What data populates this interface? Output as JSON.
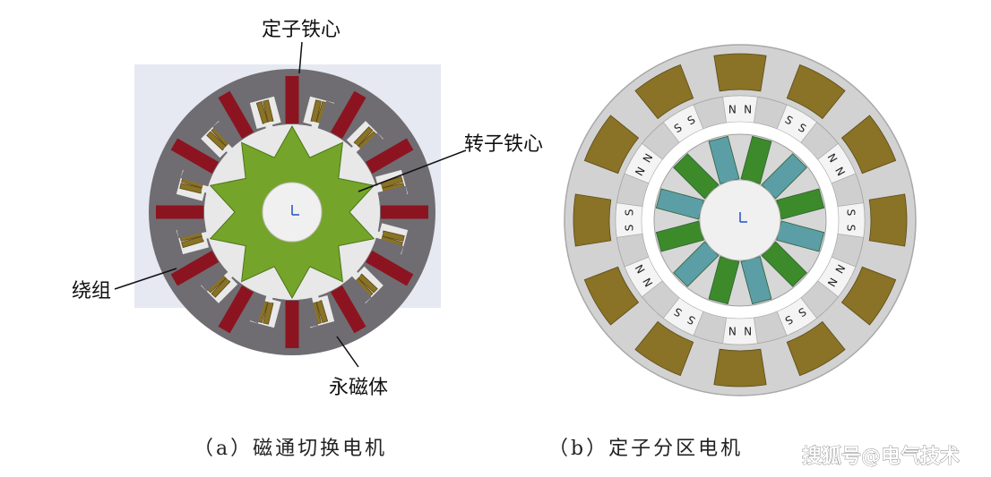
{
  "diagram_a": {
    "label_stator_core": "定子铁心",
    "label_rotor_core": "转子铁心",
    "label_winding": "绕组",
    "label_pm": "永磁体",
    "caption": "（a）磁通切换电机"
  },
  "diagram_b": {
    "caption": "（b）定子分区电机",
    "pole_n": "N",
    "pole_s": "S"
  },
  "watermark": "搜狐号@电气技术",
  "colors": {
    "stator_gray": "#6f6d72",
    "magnet_red": "#8c1420",
    "rotor_green": "#74a52a",
    "coil_gold": "#8a7226",
    "bar_teal": "#5b9ea6",
    "bar_green": "#3d8a2a",
    "b_stator": "#d2d2d2"
  }
}
